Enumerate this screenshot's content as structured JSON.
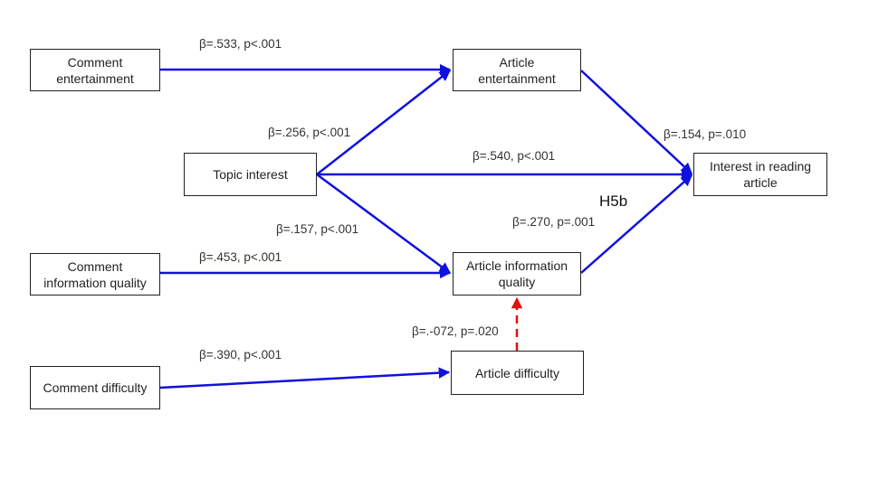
{
  "colors": {
    "path": "#1010e0",
    "negative_path": "#e01010",
    "box_border": "#222222"
  },
  "nodes": {
    "comment_entertainment": "Comment entertainment",
    "article_entertainment": "Article entertainment",
    "topic_interest": "Topic interest",
    "interest_reading": "Interest in reading article",
    "comment_info_quality": "Comment information quality",
    "article_info_quality": "Article information quality",
    "comment_difficulty": "Comment difficulty",
    "article_difficulty": "Article difficulty"
  },
  "paths": {
    "ce_to_ae": "β=.533, p<.001",
    "ti_to_ae": "β=.256, p<.001",
    "ti_to_interest": "β=.540, p<.001",
    "ae_to_interest": "β=.154, p=.010",
    "ti_to_aiq": "β=.157, p<.001",
    "aiq_to_interest": "β=.270, p=.001",
    "ciq_to_aiq": "β=.453, p<.001",
    "ad_to_aiq": "β=.-072, p=.020",
    "cd_to_ad": "β=.390, p<.001"
  },
  "hypothesis_label": "H5b"
}
